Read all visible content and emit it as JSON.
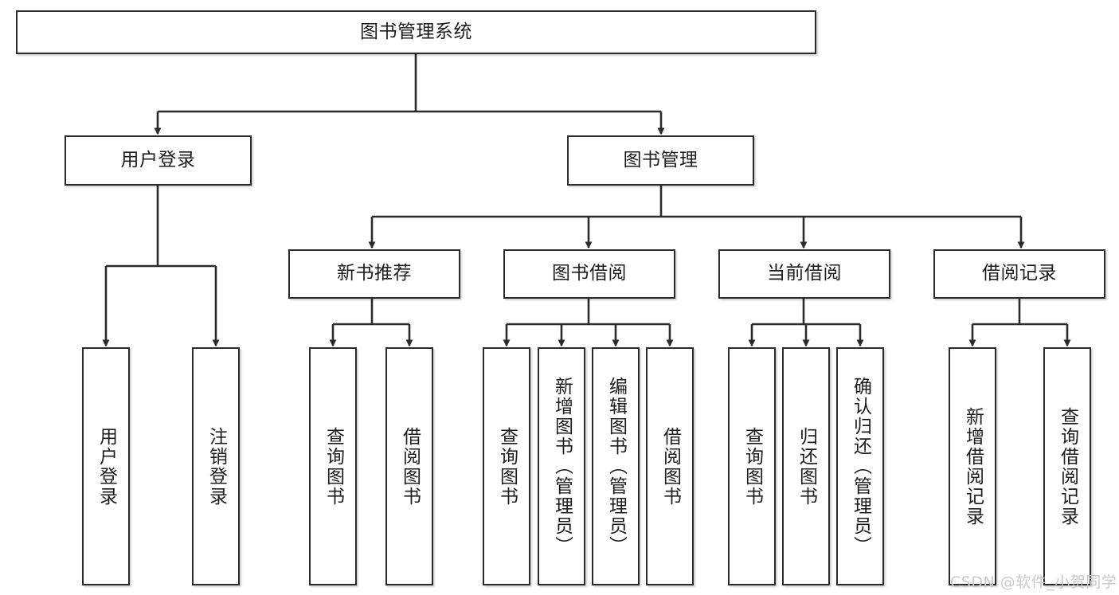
{
  "diagram": {
    "title": "图书管理系统",
    "type": "hierarchy-tree",
    "watermark": "CSDN @软件_小贺同学",
    "colors": {
      "stroke": "#2b2b2b",
      "fill": "#ffffff",
      "text": "#1d1d1d",
      "watermark": "#c9c9c9"
    },
    "nodes": {
      "root": {
        "label": "图书管理系统",
        "level": 1
      },
      "l2": [
        {
          "id": "user-login",
          "label": "用户登录",
          "level": 2
        },
        {
          "id": "book-manage",
          "label": "图书管理",
          "level": 2
        }
      ],
      "l3": [
        {
          "id": "new-book-recommend",
          "label": "新书推荐",
          "level": 3
        },
        {
          "id": "book-borrow",
          "label": "图书借阅",
          "level": 3
        },
        {
          "id": "current-borrow",
          "label": "当前借阅",
          "level": 3
        },
        {
          "id": "borrow-record",
          "label": "借阅记录",
          "level": 3
        }
      ],
      "leaves": [
        {
          "id": "leaf-user-login",
          "label": "用户登录",
          "parent": "user-login"
        },
        {
          "id": "leaf-logout-login",
          "label": "注销登录",
          "parent": "user-login"
        },
        {
          "id": "leaf-query-book-1",
          "label": "查询图书",
          "parent": "new-book-recommend"
        },
        {
          "id": "leaf-borrow-book-1",
          "label": "借阅图书",
          "parent": "new-book-recommend"
        },
        {
          "id": "leaf-query-book-2",
          "label": "查询图书",
          "parent": "book-borrow"
        },
        {
          "id": "leaf-add-book",
          "label": "新增图书（管理员）",
          "parent": "book-borrow"
        },
        {
          "id": "leaf-edit-book",
          "label": "编辑图书（管理员）",
          "parent": "book-borrow"
        },
        {
          "id": "leaf-borrow-book-2",
          "label": "借阅图书",
          "parent": "book-borrow"
        },
        {
          "id": "leaf-query-book-3",
          "label": "查询图书",
          "parent": "current-borrow"
        },
        {
          "id": "leaf-return-book",
          "label": "归还图书",
          "parent": "current-borrow"
        },
        {
          "id": "leaf-confirm-return",
          "label": "确认归还（管理员）",
          "parent": "current-borrow"
        },
        {
          "id": "leaf-add-record",
          "label": "新增借阅记录",
          "parent": "borrow-record"
        },
        {
          "id": "leaf-query-record",
          "label": "查询借阅记录",
          "parent": "borrow-record"
        }
      ]
    }
  }
}
